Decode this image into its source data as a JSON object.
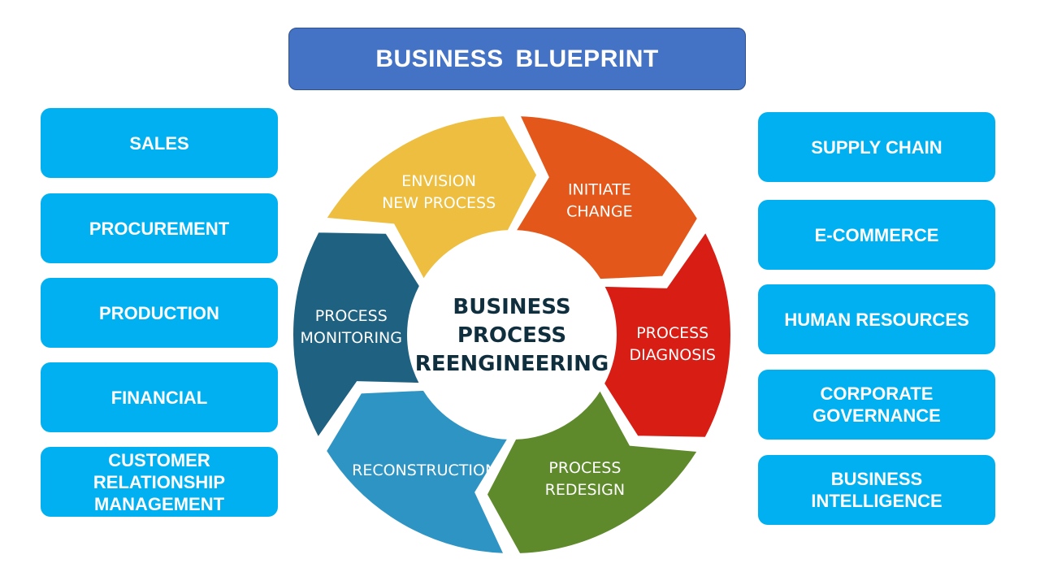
{
  "title": "BUSINESS BLUEPRINT",
  "left_modules": [
    {
      "label": "SALES"
    },
    {
      "label": "PROCUREMENT"
    },
    {
      "label": "PRODUCTION"
    },
    {
      "label": "FINANCIAL"
    },
    {
      "label": "CUSTOMER\nRELATIONSHIP\nMANAGEMENT"
    }
  ],
  "right_modules": [
    {
      "label": "SUPPLY CHAIN"
    },
    {
      "label": "E-COMMERCE"
    },
    {
      "label": "HUMAN RESOURCES"
    },
    {
      "label": "CORPORATE\nGOVERNANCE"
    },
    {
      "label": "BUSINESS\nINTELLIGENCE"
    }
  ],
  "cycle": {
    "center_lines": [
      "BUSINESS",
      "PROCESS",
      "REENGINEERING"
    ],
    "steps": [
      {
        "lines": [
          "ENVISION",
          "NEW PROCESS"
        ],
        "color": "#EDBE3F"
      },
      {
        "lines": [
          "INITIATE",
          "CHANGE"
        ],
        "color": "#E4571A"
      },
      {
        "lines": [
          "PROCESS",
          "DIAGNOSIS"
        ],
        "color": "#D81D14"
      },
      {
        "lines": [
          "PROCESS",
          "REDESIGN"
        ],
        "color": "#5E8A2C"
      },
      {
        "lines": [
          "RECONSTRUCTION"
        ],
        "color": "#2E94C4"
      },
      {
        "lines": [
          "PROCESS",
          "MONITORING"
        ],
        "color": "#1E6180"
      }
    ],
    "center_text_color": "#0F2E3E"
  }
}
